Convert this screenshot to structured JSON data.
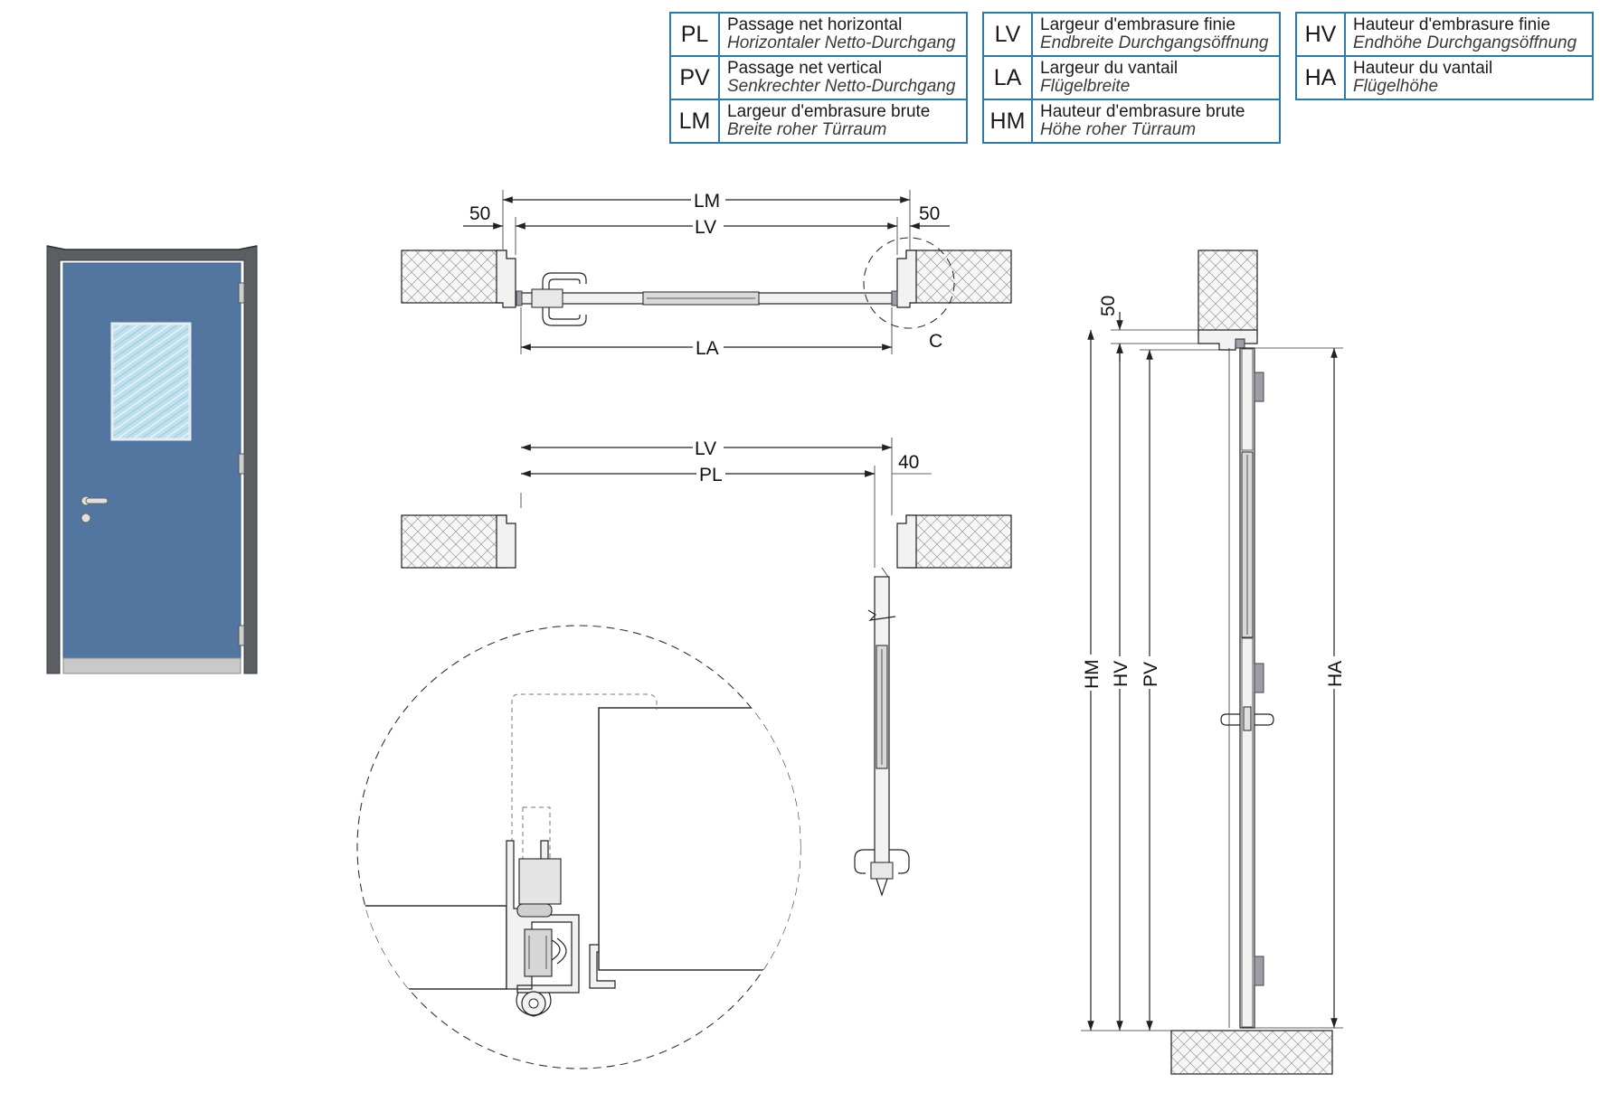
{
  "legend": [
    {
      "code": "PL",
      "fr": "Passage net horizontal",
      "de": "Horizontaler Netto-Durchgang"
    },
    {
      "code": "PV",
      "fr": "Passage net vertical",
      "de": "Senkrechter Netto-Durchgang"
    },
    {
      "code": "LM",
      "fr": "Largeur d'embrasure brute",
      "de": "Breite roher Türraum"
    },
    {
      "code": "LV",
      "fr": "Largeur d'embrasure finie",
      "de": "Endbreite Durchgangsöffnung"
    },
    {
      "code": "LA",
      "fr": "Largeur du vantail",
      "de": "Flügelbreite"
    },
    {
      "code": "HM",
      "fr": "Hauteur d'embrasure brute",
      "de": "Höhe roher Türraum"
    },
    {
      "code": "HV",
      "fr": "Hauteur d'embrasure finie",
      "de": "Endhöhe Durchgangsöffnung"
    },
    {
      "code": "HA",
      "fr": "Hauteur du vantail",
      "de": "Flügelhöhe"
    }
  ],
  "plan_closed": {
    "lm": "LM",
    "lv": "LV",
    "la": "LA",
    "left_offset": "50",
    "right_offset": "50",
    "detail_label": "C"
  },
  "plan_open": {
    "lv": "LV",
    "pl": "PL",
    "leaf_offset": "40"
  },
  "section": {
    "top_offset": "50",
    "hm": "HM",
    "hv": "HV",
    "pv": "PV",
    "ha": "HA"
  },
  "colors": {
    "leaf": "#52769f",
    "frame": "#5b5e62",
    "kick_plate": "#c8c9cb",
    "glass": "#bfe0ee",
    "legend_border": "#2e79a8"
  }
}
